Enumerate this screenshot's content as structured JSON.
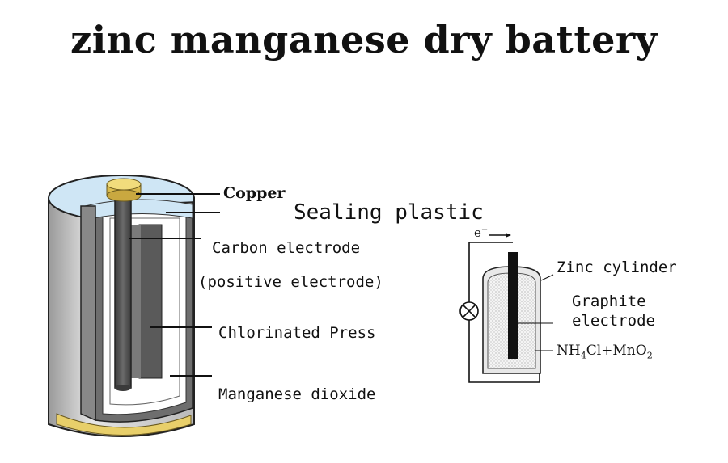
{
  "title": "zinc manganese dry battery",
  "battery_labels": {
    "copper": "Copper",
    "sealing_plastic": "Sealing plastic",
    "carbon_electrode": "Carbon electrode",
    "positive_electrode": "(positive electrode)",
    "chlorinated_press": "Chlorinated Press",
    "manganese_dioxide": "Manganese dioxide"
  },
  "circuit_labels": {
    "electron": "e",
    "electron_superscript": "−",
    "zinc_cylinder": "Zinc cylinder",
    "graphite": "Graphite",
    "electrode": "electrode",
    "electrolyte_nh": "NH",
    "electrolyte_nh_sub": "4",
    "electrolyte_mid": "Cl+MnO",
    "electrolyte_o_sub": "2"
  },
  "colors": {
    "casing_gray": "#c8c8c8",
    "dark_rod": "#4a4a4a",
    "copper_cap": "#e8cf6a",
    "sealing_blue": "#cfe6f5",
    "fill_light": "#f2f2f2"
  }
}
